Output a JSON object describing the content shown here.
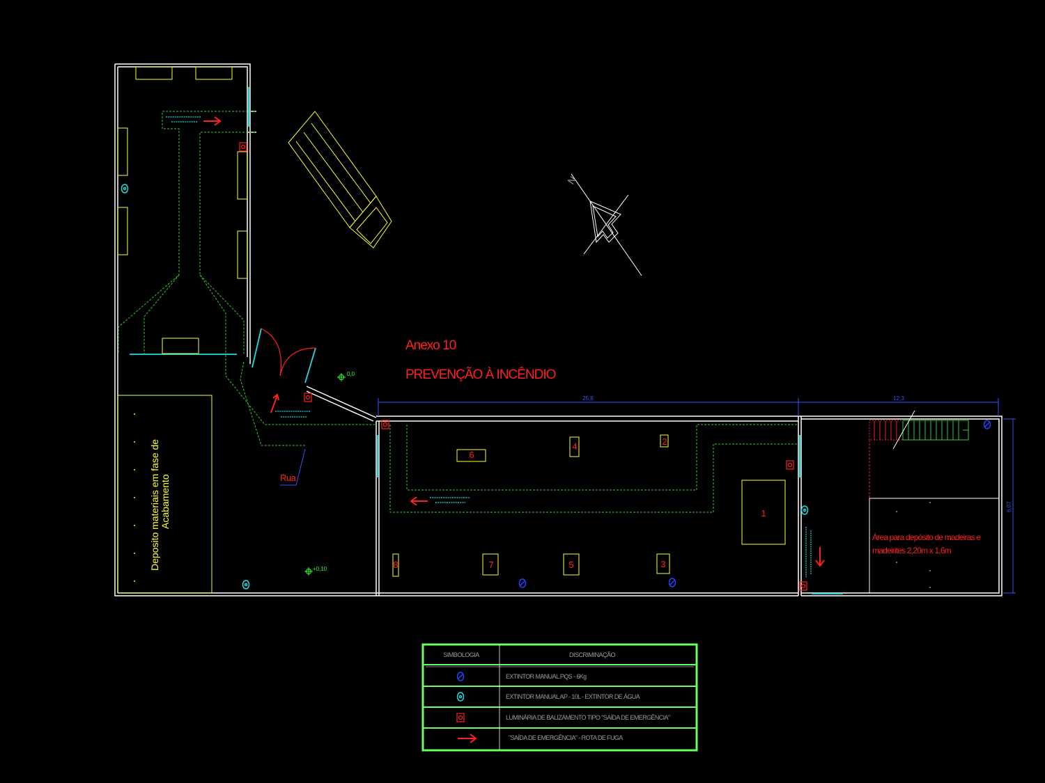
{
  "title": {
    "annex": "Anexo 10",
    "subject": "PREVENÇÃO À INCÊNDIO"
  },
  "compass": {
    "label": "N"
  },
  "labels": {
    "street": "Rua",
    "deposit_line1": "Deposito materiais em fase de",
    "deposit_line2": "Acabamento",
    "wood_area_line1": "Área para depósito de madeiras e",
    "wood_area_line2": "madeirites 2,20m x 1,6m"
  },
  "levels": {
    "level_a": "0,0",
    "level_b": "+0,10"
  },
  "dimensions": {
    "main_length": "25,6",
    "side_length": "12,3",
    "height": "6,07"
  },
  "tables": [
    {
      "id": "1",
      "shape": "large"
    },
    {
      "id": "2",
      "shape": "small"
    },
    {
      "id": "3",
      "shape": "small"
    },
    {
      "id": "4",
      "shape": "small"
    },
    {
      "id": "5",
      "shape": "small"
    },
    {
      "id": "6",
      "shape": "wide"
    },
    {
      "id": "7",
      "shape": "small"
    },
    {
      "id": "8",
      "shape": "thin"
    }
  ],
  "legend": {
    "header_symbol": "SIMBOLOGIA",
    "header_description": "DISCRIMINAÇÃO",
    "rows": [
      {
        "icon": "extinguisher-pqs-icon",
        "color": "#2244ff",
        "text": "EXTINTOR MANUAL PQS - 6Kg"
      },
      {
        "icon": "extinguisher-water-icon",
        "color": "#22dddd",
        "text": "EXTINTOR MANUAL AP - 10L - EXTINTOR DE ÁGUA"
      },
      {
        "icon": "emergency-light-icon",
        "color": "#ff2020",
        "text": "LUMINÁRIA DE BALIZAMENTO TIPO \"SAÍDA DE EMERGÊNCIA\""
      },
      {
        "icon": "escape-route-arrow-icon",
        "color": "#ff2020",
        "text": "\"SAÍDA DE EMERGÊNCIA\" - ROTA DE FUGA"
      }
    ]
  },
  "colors": {
    "walls": "#ffffff",
    "dimensions": "#3355ff",
    "route": "#33cc33",
    "furniture": "#ffff33",
    "doors": "#22dddd",
    "alert": "#ff2020",
    "legend_border": "#66ff66"
  }
}
